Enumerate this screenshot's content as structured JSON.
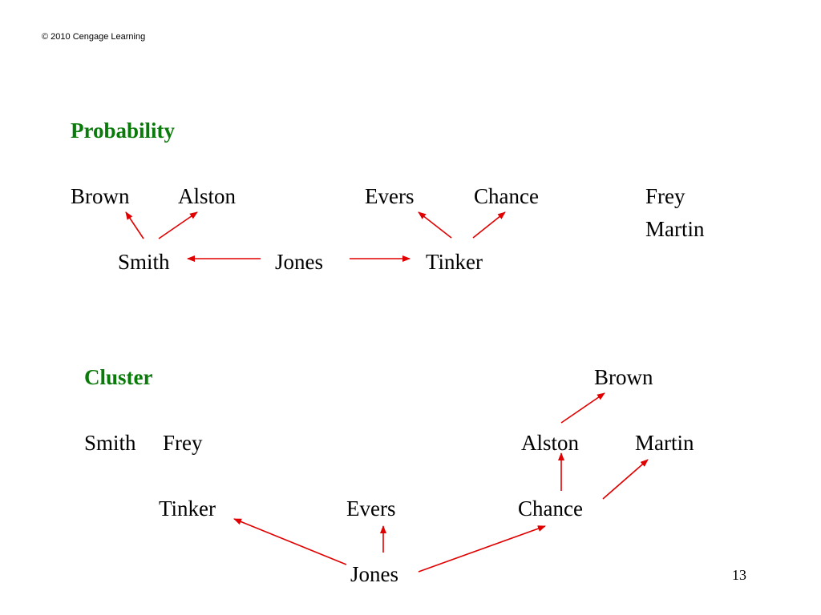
{
  "copyright": "© 2010 Cengage Learning",
  "page_number": "13",
  "colors": {
    "heading": "#0a7a0a",
    "arrow": "#e00000",
    "text": "#000000"
  },
  "probability": {
    "heading": "Probability",
    "nodes": {
      "brown": "Brown",
      "alston": "Alston",
      "evers": "Evers",
      "chance": "Chance",
      "frey": "Frey",
      "martin": "Martin",
      "smith": "Smith",
      "jones": "Jones",
      "tinker": "Tinker"
    }
  },
  "cluster": {
    "heading": "Cluster",
    "nodes": {
      "brown": "Brown",
      "smith": "Smith",
      "frey": "Frey",
      "alston": "Alston",
      "martin": "Martin",
      "tinker": "Tinker",
      "evers": "Evers",
      "chance": "Chance",
      "jones": "Jones"
    }
  }
}
